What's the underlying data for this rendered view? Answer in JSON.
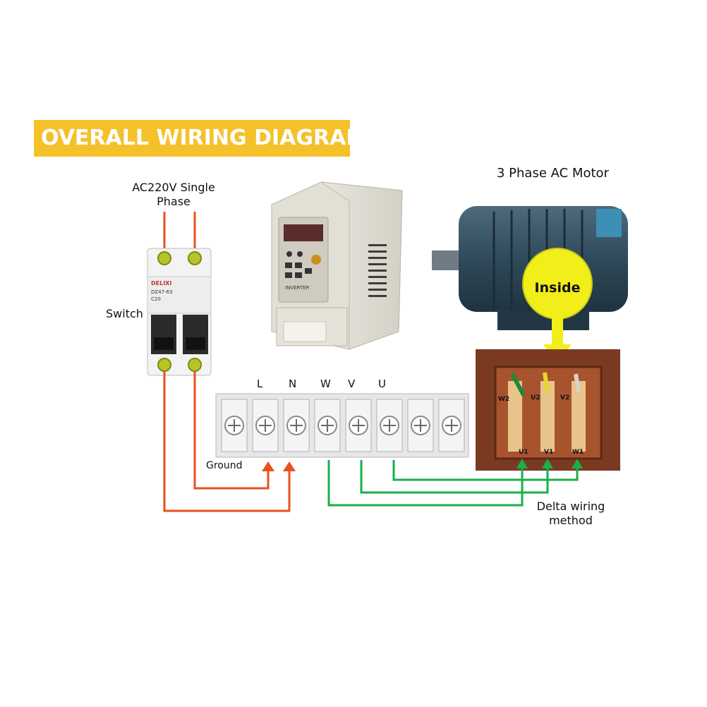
{
  "title": "OVERALL WIRING DIAGRAM",
  "labels": {
    "supply_line1": "AC220V Single",
    "supply_line2": "Phase",
    "switch": "Switch",
    "motor": "3 Phase AC Motor",
    "inside": "Inside",
    "ground": "Ground",
    "delta_line1": "Delta wiring",
    "delta_line2": "method"
  },
  "breaker": {
    "brand": "DELIXI",
    "model": "DZ47-63",
    "rating": "C20"
  },
  "inverter": {
    "label": "INVERTER"
  },
  "terminals": {
    "L": "L",
    "N": "N",
    "W": "W",
    "V": "V",
    "U": "U"
  },
  "motor_terminals": {
    "top": [
      "W2",
      "U2",
      "V2"
    ],
    "bottom": [
      "U1",
      "V1",
      "W1"
    ]
  },
  "colors": {
    "title_bg": "#f4c12a",
    "supply_wire": "#e8501e",
    "motor_wire": "#17b04a",
    "callout": "#f2ee1a"
  }
}
